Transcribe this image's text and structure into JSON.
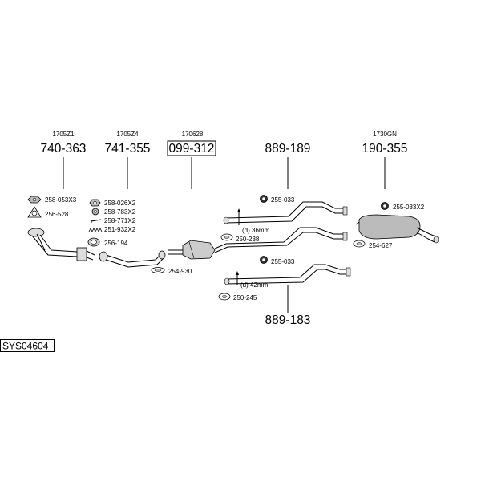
{
  "diagram_code": "SYS04604",
  "groups": [
    {
      "ref": "1705Z1",
      "part": "740-363"
    },
    {
      "ref": "1705Z4",
      "part": "741-355"
    },
    {
      "ref": "170628",
      "part": "099-312"
    },
    {
      "ref": "",
      "part": "889-189"
    },
    {
      "ref": "1730GN",
      "part": "190-355"
    }
  ],
  "bottom_part": "889-183",
  "fittings": {
    "f1": "258-053X3",
    "f2": "256-528",
    "f3": "258-026X2",
    "f4": "258-783X2",
    "f5": "258-771X2",
    "f6": "251-932X2",
    "f7": "256-194",
    "f8": "254-930",
    "f9": "255-033",
    "f10": "(d) 36mm",
    "f11": "250-238",
    "f12": "255-033",
    "f13": "(d) 42mm",
    "f14": "250-245",
    "f15": "255-033X2",
    "f16": "254-627"
  }
}
